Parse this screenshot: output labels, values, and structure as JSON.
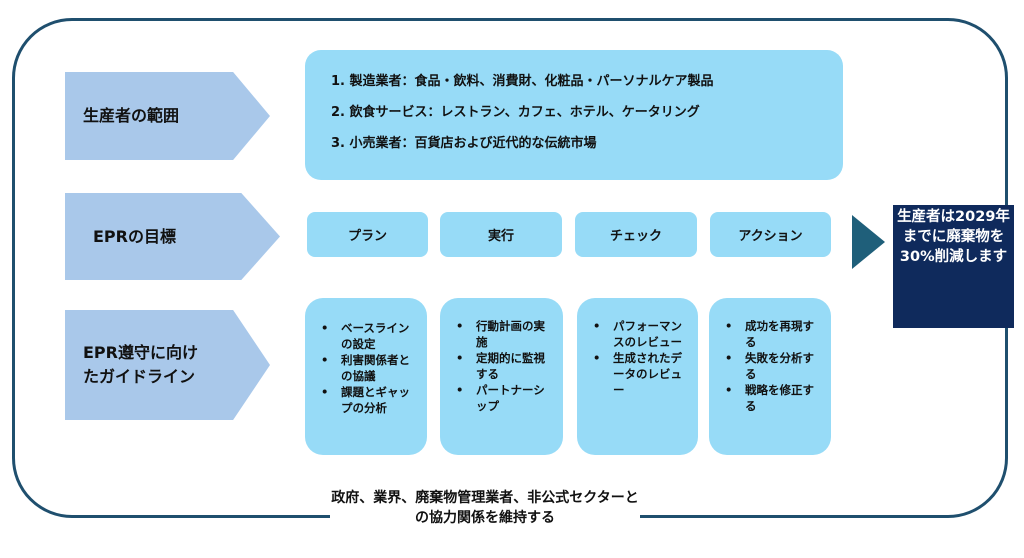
{
  "rows": {
    "scope": "生産者の範囲",
    "target": "EPRの目標",
    "guide": "EPR遵守に向けたガイドライン"
  },
  "scope_items": [
    "1. 製造業者：食品・飲料、消費財、化粧品・パーソナルケア製品",
    "2. 飲食サービス：レストラン、カフェ、ホテル、ケータリング",
    "3. 小売業者：百貨店および近代的な伝統市場"
  ],
  "cycle": [
    "プラン",
    "実行",
    "チェック",
    "アクション"
  ],
  "guidelines": [
    [
      "ベースラインの設定",
      "利害関係者との協議",
      "課題とギャップの分析"
    ],
    [
      "行動計画の実施",
      "定期的に監視する",
      "パートナーシップ"
    ],
    [
      "パフォーマンスのレビュー",
      "生成されたデータのレビュー"
    ],
    [
      "成功を再現する",
      "失敗を分析する",
      "戦略を修正する"
    ]
  ],
  "goal": "生産者は2029年までに廃棄物を30%削減します",
  "footer": "政府、業界、廃棄物管理業者、非公式セクターとの協力関係を維持する"
}
